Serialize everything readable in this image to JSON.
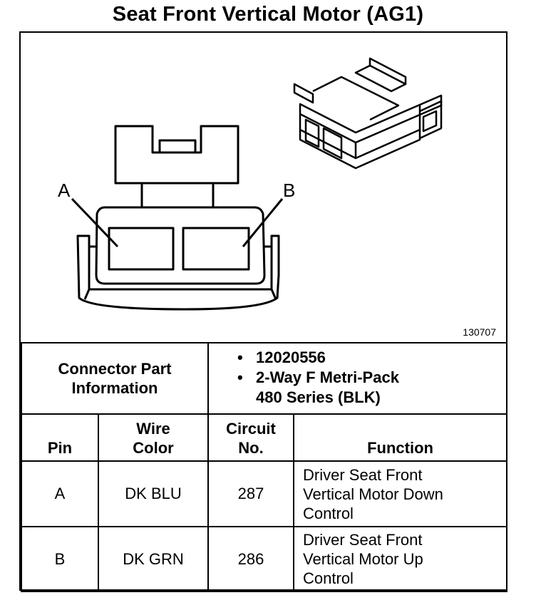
{
  "title": "Seat Front Vertical Motor (AG1)",
  "figure_number": "130707",
  "pin_labels": {
    "a": "A",
    "b": "B"
  },
  "connector_info": {
    "label_line1": "Connector Part",
    "label_line2": "Information",
    "items": [
      {
        "line1": "12020556",
        "line2": ""
      },
      {
        "line1": "2-Way F Metri-Pack",
        "line2": "480 Series (BLK)"
      }
    ]
  },
  "table": {
    "headers": {
      "pin": "Pin",
      "wire_line1": "Wire",
      "wire_line2": "Color",
      "circuit_line1": "Circuit",
      "circuit_line2": "No.",
      "function": "Function"
    },
    "rows": [
      {
        "pin": "A",
        "wire_color": "DK BLU",
        "circuit": "287",
        "function_lines": [
          "Driver Seat Front",
          "Vertical Motor Down",
          "Control"
        ]
      },
      {
        "pin": "B",
        "wire_color": "DK GRN",
        "circuit": "286",
        "function_lines": [
          "Driver Seat Front",
          "Vertical Motor Up",
          "Control"
        ]
      }
    ]
  },
  "bullet": "•"
}
